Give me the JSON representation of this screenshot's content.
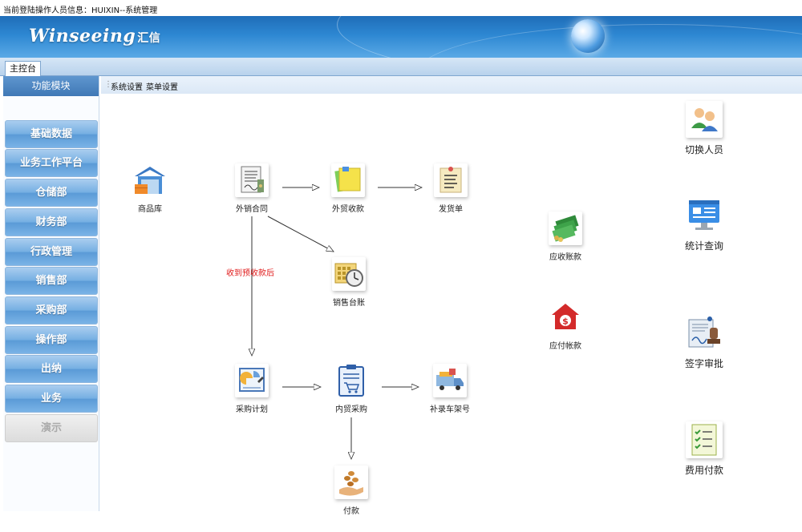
{
  "header": {
    "login_info": "当前登陆操作人员信息：HUIXIN--系统管理",
    "logo_text": "Winseeing",
    "logo_cn": "汇信"
  },
  "tabs": [
    {
      "label": "主控台"
    }
  ],
  "sidebar": {
    "title": "功能模块",
    "items": [
      {
        "label": "基础数据"
      },
      {
        "label": "业务工作平台"
      },
      {
        "label": "仓储部"
      },
      {
        "label": "财务部"
      },
      {
        "label": "行政管理"
      },
      {
        "label": "销售部"
      },
      {
        "label": "采购部"
      },
      {
        "label": "操作部"
      },
      {
        "label": "出纳"
      },
      {
        "label": "业务"
      },
      {
        "label": "演示",
        "disabled": true
      }
    ]
  },
  "breadcrumb": {
    "items": [
      "系统设置",
      "菜单设置"
    ]
  },
  "flow": {
    "nodes": {
      "warehouse": {
        "label": "商品库",
        "icon": "warehouse-icon"
      },
      "export_contract": {
        "label": "外销合同",
        "icon": "contract-icon"
      },
      "foreign_receipt": {
        "label": "外贸收款",
        "icon": "sticky-notes-icon"
      },
      "delivery_note": {
        "label": "发货单",
        "icon": "note-list-icon"
      },
      "sales_ledger": {
        "label": "销售台账",
        "icon": "calendar-clock-icon"
      },
      "purchase_plan": {
        "label": "采购计划",
        "icon": "chart-plan-icon"
      },
      "domestic_purchase": {
        "label": "内贸采购",
        "icon": "clipboard-cart-icon"
      },
      "supplement_chassis": {
        "label": "补录车架号",
        "icon": "truck-icon"
      },
      "payment": {
        "label": "付款",
        "icon": "coins-hand-icon"
      },
      "receivables": {
        "label": "应收账款",
        "icon": "money-stack-icon"
      },
      "payables": {
        "label": "应付帐款",
        "icon": "dollar-house-icon"
      }
    },
    "note_prepayment": "收到预收款后"
  },
  "shortcuts": [
    {
      "label": "切换人员",
      "icon": "switch-users-icon"
    },
    {
      "label": "统计查询",
      "icon": "stats-monitor-icon"
    },
    {
      "label": "签字审批",
      "icon": "signature-stamp-icon"
    },
    {
      "label": "费用付款",
      "icon": "checklist-icon"
    }
  ],
  "colors": {
    "banner": "#2d87d2",
    "sidebar_button": "#74aee2",
    "note_red": "#e01b1b"
  }
}
